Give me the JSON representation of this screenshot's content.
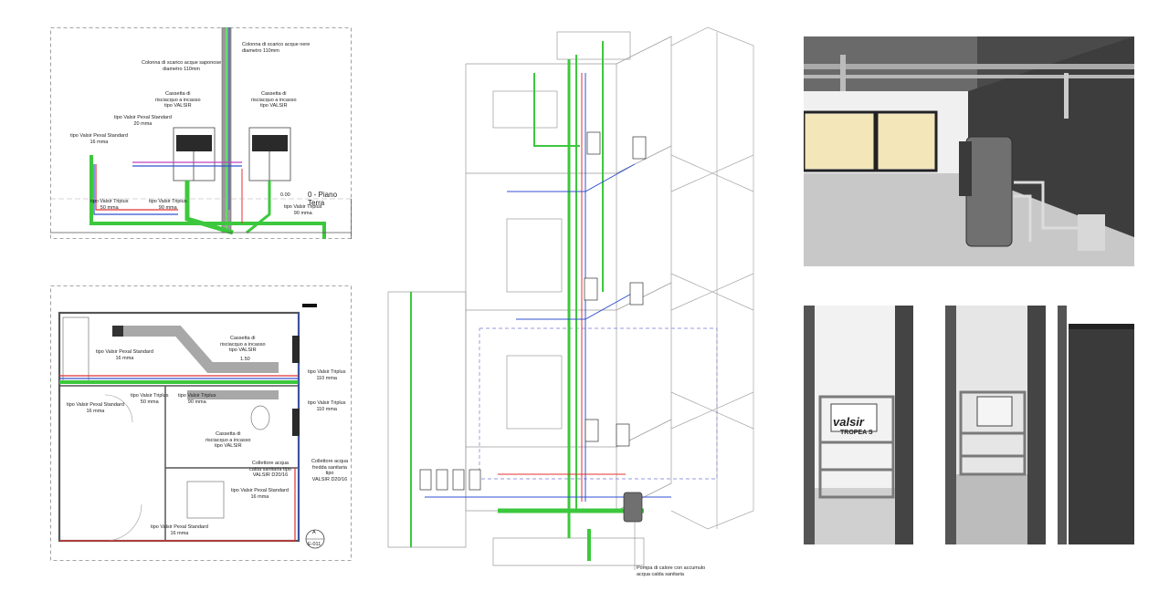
{
  "section_plan": {
    "level_marker": "0 - Piano Terra",
    "level_value": "0.00",
    "labels": {
      "stack_black": "Colonna di scarico acque nere\ndiametro 110mm",
      "stack_soap": "Colonna di scarico acque saponose\ndiametro 110mm",
      "cistern_1": "Cassetta di\nrisciacquo a incasso\ntipo VALSIR",
      "cistern_2": "Cassetta di\nrisciacquo a incasso\ntipo VALSIR",
      "pexal_20": "tipo Valsir Pexal Standard\n20 mma",
      "pexal_16": "tipo Valsir Pexal Standard\n16 mma",
      "triplus_50": "tipo Valsir Triplus\n50 mma",
      "triplus_90a": "tipo Valsir Triplus\n90 mma",
      "triplus_90b": "tipo Valsir Triplus\n90 mma"
    }
  },
  "floor_plan": {
    "section_ref": {
      "letter": "A",
      "sheet": "E-011"
    },
    "slope": "1.50",
    "labels": {
      "pexal_16_top": "tipo Valsir Pexal Standard\n16 mma",
      "pexal_16_left": "tipo Valsir Pexal Standard\n16 mma",
      "triplus_50": "tipo Valsir Triplus\n50 mma",
      "triplus_90": "tipo Valsir Triplus\n90 mma",
      "triplus_110a": "tipo Valsir Triplus\n110 mma",
      "triplus_110b": "tipo Valsir Triplus\n110 mma",
      "cistern_top": "Cassetta di\nrisciacquo a incasso\ntipo VALSIR",
      "cistern_bottom": "Cassetta di\nrisciacquo a incasso\ntipo VALSIR",
      "collector_hot": "Collettore acqua\ncalda sanitaria tipo\nVALSIR D20/16",
      "collector_cold": "Collettore acqua\nfredda sanitaria tipo\nVALSIR D20/16",
      "pexal_16_bottom": "tipo Valsir Pexal Standard\n16 mma",
      "pexal_16_last": "tipo Valsir Pexal Standard\n16 mma"
    }
  },
  "axonometric": {
    "heat_pump_label": "Pompa di calore con accumulo\nacqua calda sanitaria"
  },
  "render_frames": {
    "brand": "valsir",
    "product": "TROPEA S"
  },
  "colors": {
    "pipe_green": "#3cc83c",
    "pipe_red": "#e03030",
    "pipe_blue": "#3050d0",
    "pipe_magenta": "#c040c0",
    "line": "#8c8c8c",
    "render_wall": "#4a4a4a",
    "render_light": "#f3e6b8"
  }
}
